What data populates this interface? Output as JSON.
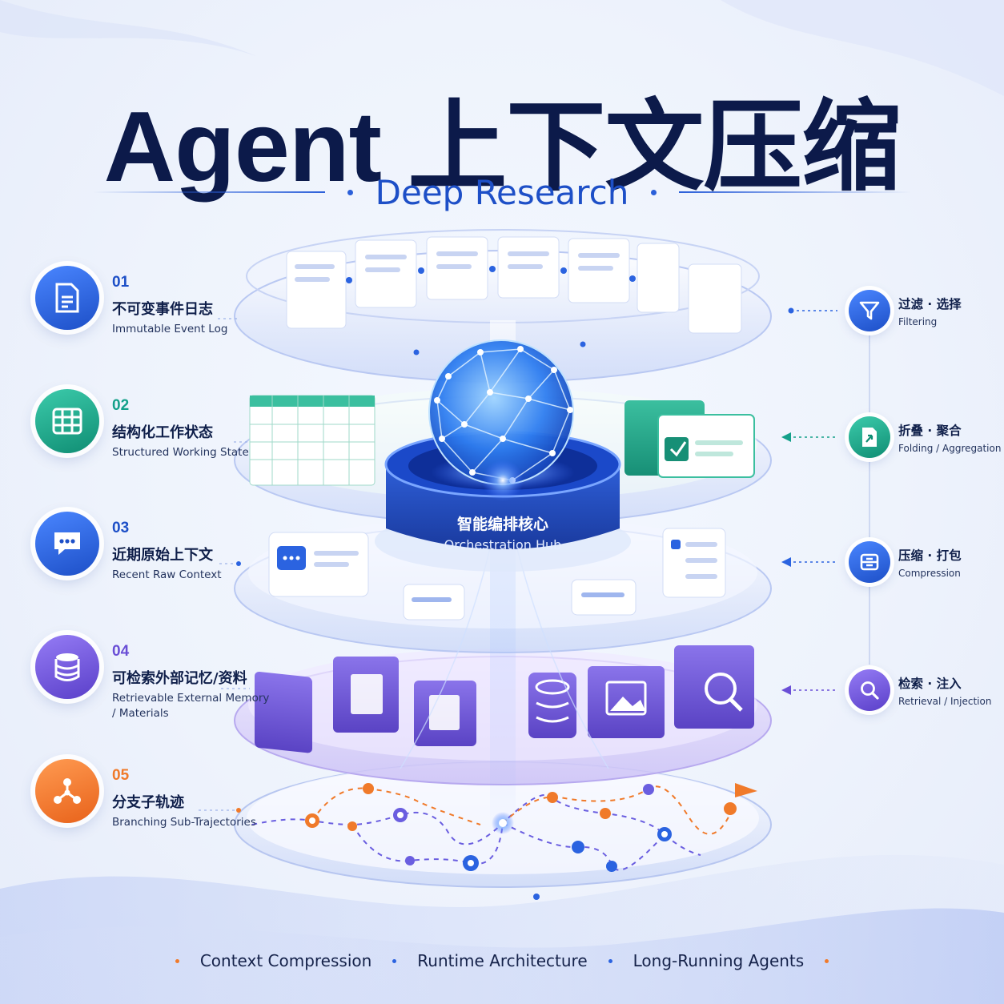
{
  "title": "Agent 上下文压缩",
  "subtitle": "Deep Research",
  "hub": {
    "label_cn": "智能编排核心",
    "label_en": "Orchestration Hub"
  },
  "layers": [
    {
      "num": "01",
      "title_cn": "不可变事件日志",
      "title_en": "Immutable Event Log",
      "icon": "document-icon",
      "color": "#2b63e0"
    },
    {
      "num": "02",
      "title_cn": "结构化工作状态",
      "title_en": "Structured Working State",
      "icon": "table-grid-icon",
      "color": "#14a08a"
    },
    {
      "num": "03",
      "title_cn": "近期原始上下文",
      "title_en": "Recent Raw Context",
      "icon": "chat-bubble-icon",
      "color": "#2b63e0"
    },
    {
      "num": "04",
      "title_cn": "可检索外部记忆/资料",
      "title_en": "Retrievable External Memory / Materials",
      "icon": "database-icon",
      "color": "#6a4fd6"
    },
    {
      "num": "05",
      "title_cn": "分支子轨迹",
      "title_en": "Branching Sub-Trajectories",
      "icon": "branch-nodes-icon",
      "color": "#f07a2a"
    }
  ],
  "operations": [
    {
      "title_cn": "过滤 · 选择",
      "title_en": "Filtering",
      "icon": "funnel-icon",
      "color": "#2b63e0"
    },
    {
      "title_cn": "折叠 · 聚合",
      "title_en": "Folding / Aggregation",
      "icon": "fold-document-icon",
      "color": "#14a08a"
    },
    {
      "title_cn": "压缩 · 打包",
      "title_en": "Compression",
      "icon": "compress-icon",
      "color": "#2b63e0"
    },
    {
      "title_cn": "检索 · 注入",
      "title_en": "Retrieval / Injection",
      "icon": "magnifier-icon",
      "color": "#6a4fd6"
    }
  ],
  "footer": [
    "Context Compression",
    "Runtime Architecture",
    "Long-Running Agents"
  ]
}
